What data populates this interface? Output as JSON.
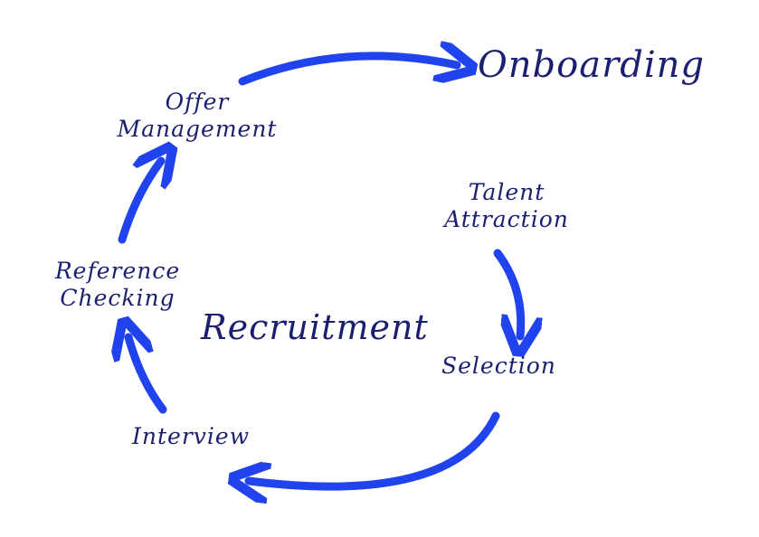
{
  "title": "Recruitment",
  "end_stage": "Onboarding",
  "stages": [
    {
      "line1": "Talent",
      "line2": "Attraction"
    },
    {
      "line1": "Selection"
    },
    {
      "line1": "Interview"
    },
    {
      "line1": "Reference",
      "line2": "Checking"
    },
    {
      "line1": "Offer",
      "line2": "Management"
    }
  ],
  "colors": {
    "text": "#1b1f70",
    "arrow": "#2143ee"
  }
}
